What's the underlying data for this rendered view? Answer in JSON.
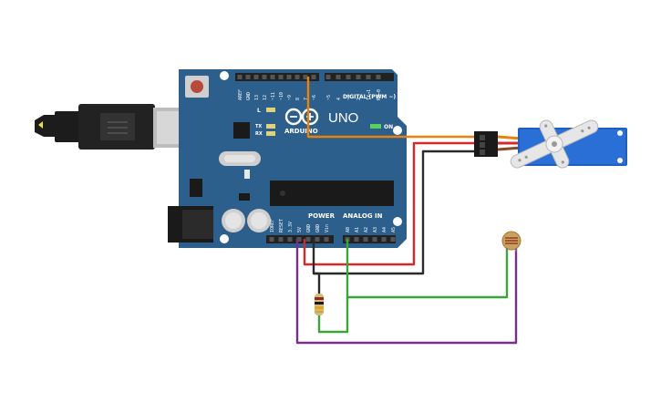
{
  "board": {
    "brand": "ARDUINO",
    "model": "UNO",
    "digital_header": "DIGITAL (PWM ~)",
    "power_header": "POWER",
    "analog_header": "ANALOG IN",
    "on_label": "ON",
    "led_l": "L",
    "led_tx": "TX",
    "led_rx": "RX",
    "digital_pins": [
      "AREF",
      "GND",
      "13",
      "12",
      "~11",
      "~10",
      "~9",
      "8",
      "7",
      "~6",
      "~5",
      "4",
      "~3",
      "2",
      "TX→1",
      "RX←0"
    ],
    "power_pins": [
      "IOREF",
      "RESET",
      "3.3V",
      "5V",
      "GND",
      "GND",
      "Vin"
    ],
    "analog_pins": [
      "A0",
      "A1",
      "A2",
      "A3",
      "A4",
      "A5"
    ]
  },
  "components": {
    "servo": "servo-motor",
    "ldr": "photoresistor",
    "resistor": "resistor",
    "usb": "usb-cable"
  },
  "wire_colors": {
    "signal": "#e8820c",
    "power": "#d42a2a",
    "ground": "#2a2a2a",
    "analog": "#3aa63a",
    "ldr_supply": "#7b2d8e"
  }
}
